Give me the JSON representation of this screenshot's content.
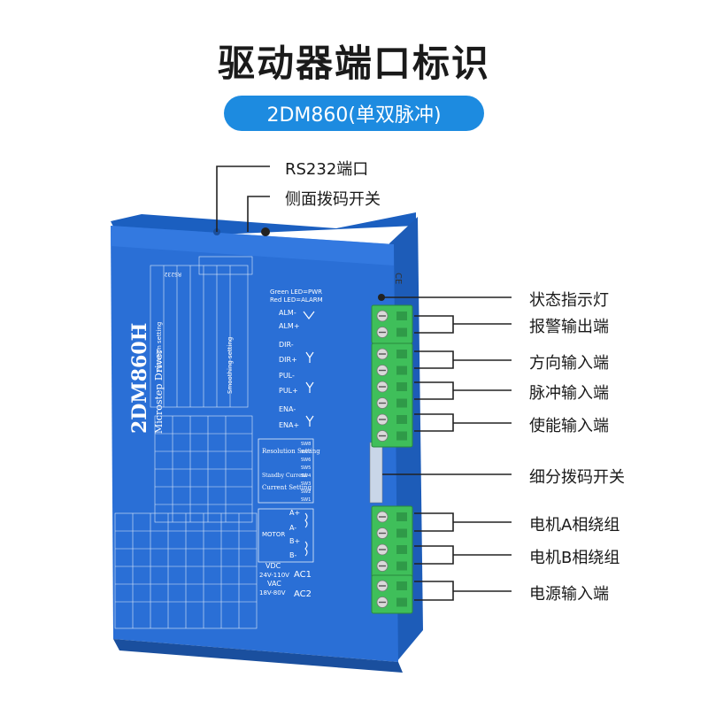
{
  "header": {
    "title": "驱动器端口标识",
    "subtitle": "2DM860(单双脉冲)"
  },
  "callouts": {
    "rs232": "RS232端口",
    "side_dip": "侧面拨码开关",
    "status_led": "状态指示灯",
    "alarm_out": "报警输出端",
    "direction_in": "方向输入端",
    "pulse_in": "脉冲输入端",
    "enable_in": "使能输入端",
    "micro_dip": "细分拨码开关",
    "motor_a": "电机A相绕组",
    "motor_b": "电机B相绕组",
    "power_in": "电源输入端"
  },
  "device": {
    "model": "2DM860H",
    "subtitle": "Microstep Driver",
    "rs232_label": "RS232",
    "led_legend_1": "Green LED=PWR",
    "led_legend_2": "Red LED=ALARM",
    "alm_minus": "ALM-",
    "alm_plus": "ALM+",
    "dir_minus": "DIR-",
    "dir_plus": "DIR+",
    "pul_minus": "PUL-",
    "pul_plus": "PUL+",
    "ena_minus": "ENA-",
    "ena_plus": "ENA+",
    "resolution": "Resolution Setting",
    "standby": "Standby Current",
    "current": "Current Setting",
    "motor": "MOTOR",
    "a_plus": "A+",
    "a_minus": "A-",
    "b_plus": "B+",
    "b_minus": "B-",
    "vdc": "VDC",
    "vdc_range": "24V-110V",
    "vac": "VAC",
    "vac_range": "18V-80V",
    "ac1": "AC1",
    "ac2": "AC2",
    "function_setting": "Function setting",
    "smoothing_setting": "Smoothing setting"
  },
  "colors": {
    "device_blue": "#2a6fd6",
    "terminal_green": "#3fbf5a",
    "accent_pill": "#1d8be0"
  }
}
